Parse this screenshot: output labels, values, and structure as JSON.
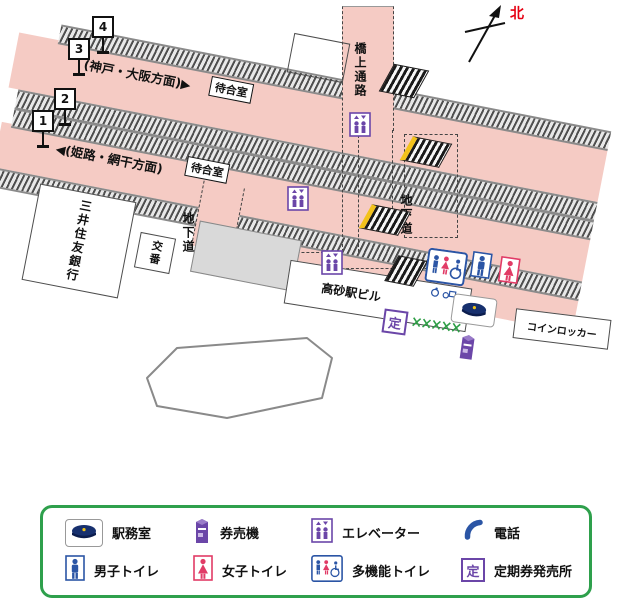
{
  "compass": {
    "north": "北"
  },
  "platform_signs": [
    "1",
    "2",
    "3",
    "4"
  ],
  "map": {
    "direction_kobe_osaka": "(神戸・大阪方面)▶",
    "direction_himeji_aboshi": "◀(姫路・網干方面)",
    "waiting_room_a": "待合室",
    "waiting_room_b": "待合室",
    "bridge_passage": "橋上通路",
    "underpass_left": "地下道",
    "underpass_right": "地下道",
    "bank": "三井住友銀行",
    "police_box": "交番",
    "station_building": "高砂駅ビル",
    "coin_locker": "コインロッカー",
    "teiki_symbol": "定"
  },
  "legend": {
    "items": [
      {
        "label": "駅務室",
        "icon": "station-office-cap-icon"
      },
      {
        "label": "券売機",
        "icon": "ticket-machine-icon"
      },
      {
        "label": "エレベーター",
        "icon": "elevator-icon"
      },
      {
        "label": "電話",
        "icon": "phone-icon"
      },
      {
        "label": "男子トイレ",
        "icon": "mens-toilet-icon"
      },
      {
        "label": "女子トイレ",
        "icon": "womens-toilet-icon"
      },
      {
        "label": "多機能トイレ",
        "icon": "multifunction-toilet-icon"
      },
      {
        "label": "定期券発売所",
        "icon": "teiki-icon"
      }
    ],
    "teiki_symbol": "定"
  },
  "colors": {
    "platform_pink": "#f5cbc4",
    "legend_green": "#2ea04c",
    "icon_purple": "#6b46a8",
    "icon_blue": "#2b55a5",
    "icon_red": "#e13b66",
    "north_red": "#e60012",
    "escalator_yellow": "#f3c21b"
  }
}
